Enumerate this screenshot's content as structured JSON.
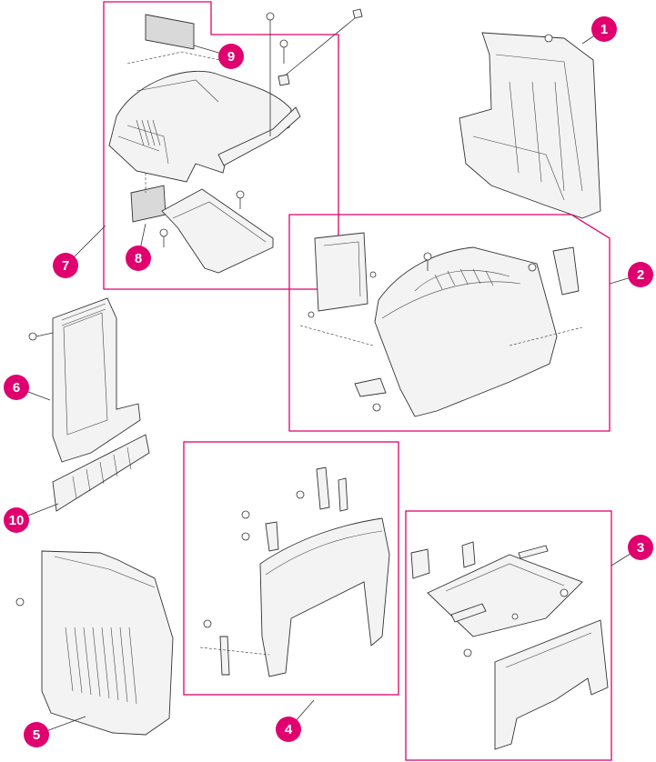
{
  "accent_color": "#e0006e",
  "callouts": [
    {
      "label": "1"
    },
    {
      "label": "2"
    },
    {
      "label": "3"
    },
    {
      "label": "4"
    },
    {
      "label": "5"
    },
    {
      "label": "6"
    },
    {
      "label": "7"
    },
    {
      "label": "8"
    },
    {
      "label": "9"
    },
    {
      "label": "10"
    }
  ]
}
